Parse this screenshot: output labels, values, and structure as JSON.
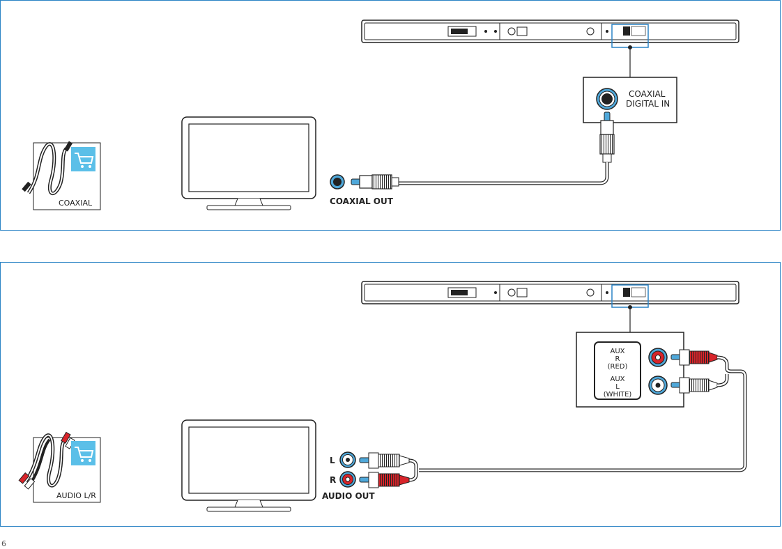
{
  "page_number": "6",
  "coax_section": {
    "kit_label": "COAXIAL",
    "port_label_line1": "COAXIAL",
    "port_label_line2": "DIGITAL IN",
    "tv_out_label": "COAXIAL OUT"
  },
  "audio_section": {
    "kit_label": "AUDIO L/R",
    "aux_r_line1": "AUX",
    "aux_r_line2": "R",
    "aux_r_line3": "(RED)",
    "aux_l_line1": "AUX",
    "aux_l_line2": "L",
    "aux_l_line3": "(WHITE)",
    "tv_l_label": "L",
    "tv_r_label": "R",
    "tv_out_label": "AUDIO OUT"
  },
  "colors": {
    "border_blue": "#2a83c5",
    "cart_blue": "#5bbfe8",
    "plug_red": "#d8242a",
    "jack_blue": "#4fa8da"
  },
  "icons": [
    "cart-icon",
    "coaxial-cable-icon",
    "rca-cable-icon",
    "soundbar",
    "tv"
  ]
}
